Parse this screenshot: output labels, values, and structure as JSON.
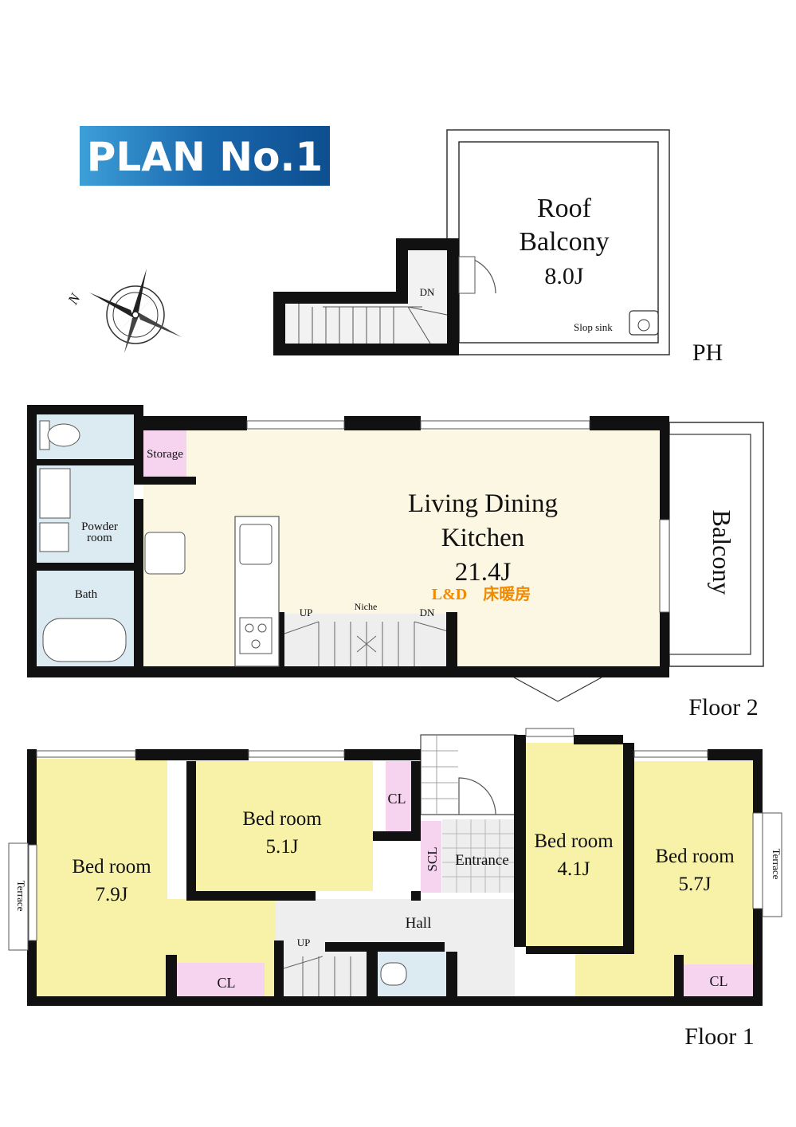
{
  "title": "PLAN No.1",
  "compass": {
    "north_label": "N"
  },
  "ph": {
    "floor_label": "PH",
    "roof_balcony": {
      "line1": "Roof",
      "line2": "Balcony",
      "area": "8.0J"
    },
    "slop_sink": "Slop sink",
    "stair_label": "DN"
  },
  "floor2": {
    "floor_label": "Floor 2",
    "ldk": {
      "line1": "Living Dining",
      "line2": "Kitchen",
      "area": "21.4J",
      "note": "L&D　床暖房"
    },
    "storage": "Storage",
    "powder_room": {
      "line1": "Powder",
      "line2": "room"
    },
    "bath": "Bath",
    "balcony": "Balcony",
    "stairs": {
      "up": "UP",
      "dn": "DN",
      "niche": "Niche"
    }
  },
  "floor1": {
    "floor_label": "Floor 1",
    "bedroom_a": {
      "name": "Bed room",
      "area": "7.9J"
    },
    "bedroom_b": {
      "name": "Bed room",
      "area": "5.1J"
    },
    "bedroom_c": {
      "name": "Bed room",
      "area": "4.1J"
    },
    "bedroom_d": {
      "name": "Bed room",
      "area": "5.7J"
    },
    "closet": "CL",
    "scl": "SCL",
    "entrance": "Entrance",
    "hall": "Hall",
    "up": "UP",
    "terrace": "Terrace"
  },
  "colors": {
    "banner_dark": "#0d4f8f",
    "banner_light": "#3d9fd8",
    "ldk_fill": "#fbf7e3",
    "bedroom_fill": "#f7f2a8",
    "closet_fill": "#f6d4f0",
    "wet_fill": "#dcebf2",
    "hall_fill": "#eeeeee",
    "wall": "#111111",
    "accent_orange": "#f08a00"
  }
}
